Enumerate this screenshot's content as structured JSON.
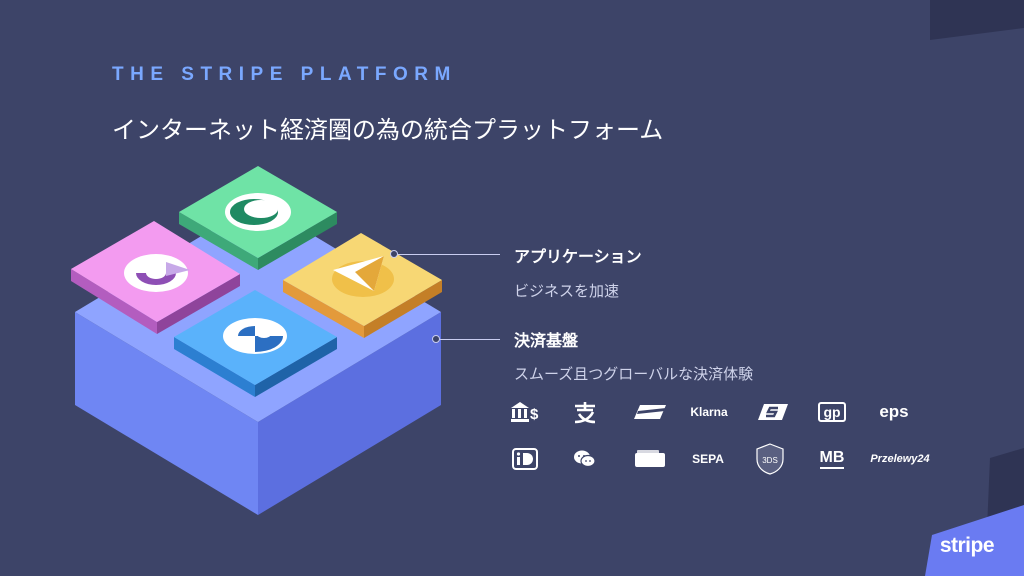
{
  "eyebrow": "THE STRIPE PLATFORM",
  "headline": "インターネット経済圏の為の統合プラットフォーム",
  "layers": {
    "applications": {
      "title": "アプリケーション",
      "subtitle": "ビジネスを加速"
    },
    "payments_foundation": {
      "title": "決済基盤",
      "subtitle": "スムーズ且つグローバルな決済体験"
    }
  },
  "payment_methods": {
    "row1": [
      {
        "name": "bank-transfer",
        "label": ""
      },
      {
        "name": "alipay",
        "label": ""
      },
      {
        "name": "card",
        "label": ""
      },
      {
        "name": "klarna",
        "label": "Klarna"
      },
      {
        "name": "sofort",
        "label": ""
      },
      {
        "name": "giropay",
        "label": "gp"
      },
      {
        "name": "eps",
        "label": "eps"
      }
    ],
    "row2": [
      {
        "name": "ideal",
        "label": ""
      },
      {
        "name": "wechat-pay",
        "label": ""
      },
      {
        "name": "wallet",
        "label": ""
      },
      {
        "name": "sepa",
        "label": "SEPA"
      },
      {
        "name": "3ds",
        "label": "3DS"
      },
      {
        "name": "multibanco",
        "label": "MB"
      },
      {
        "name": "przelewy24",
        "label": "Przelewy24"
      }
    ]
  },
  "brand": "stripe",
  "colors": {
    "background": "#3d4468",
    "accent": "#7aa8ff",
    "base_top": "#8fa4ff",
    "base_left": "#6f86f3",
    "base_right": "#5c6fe0",
    "tile_green": "#6fe3a6",
    "tile_pink": "#f39bf0",
    "tile_yellow": "#f7d774",
    "tile_blue": "#5ab2fb"
  }
}
